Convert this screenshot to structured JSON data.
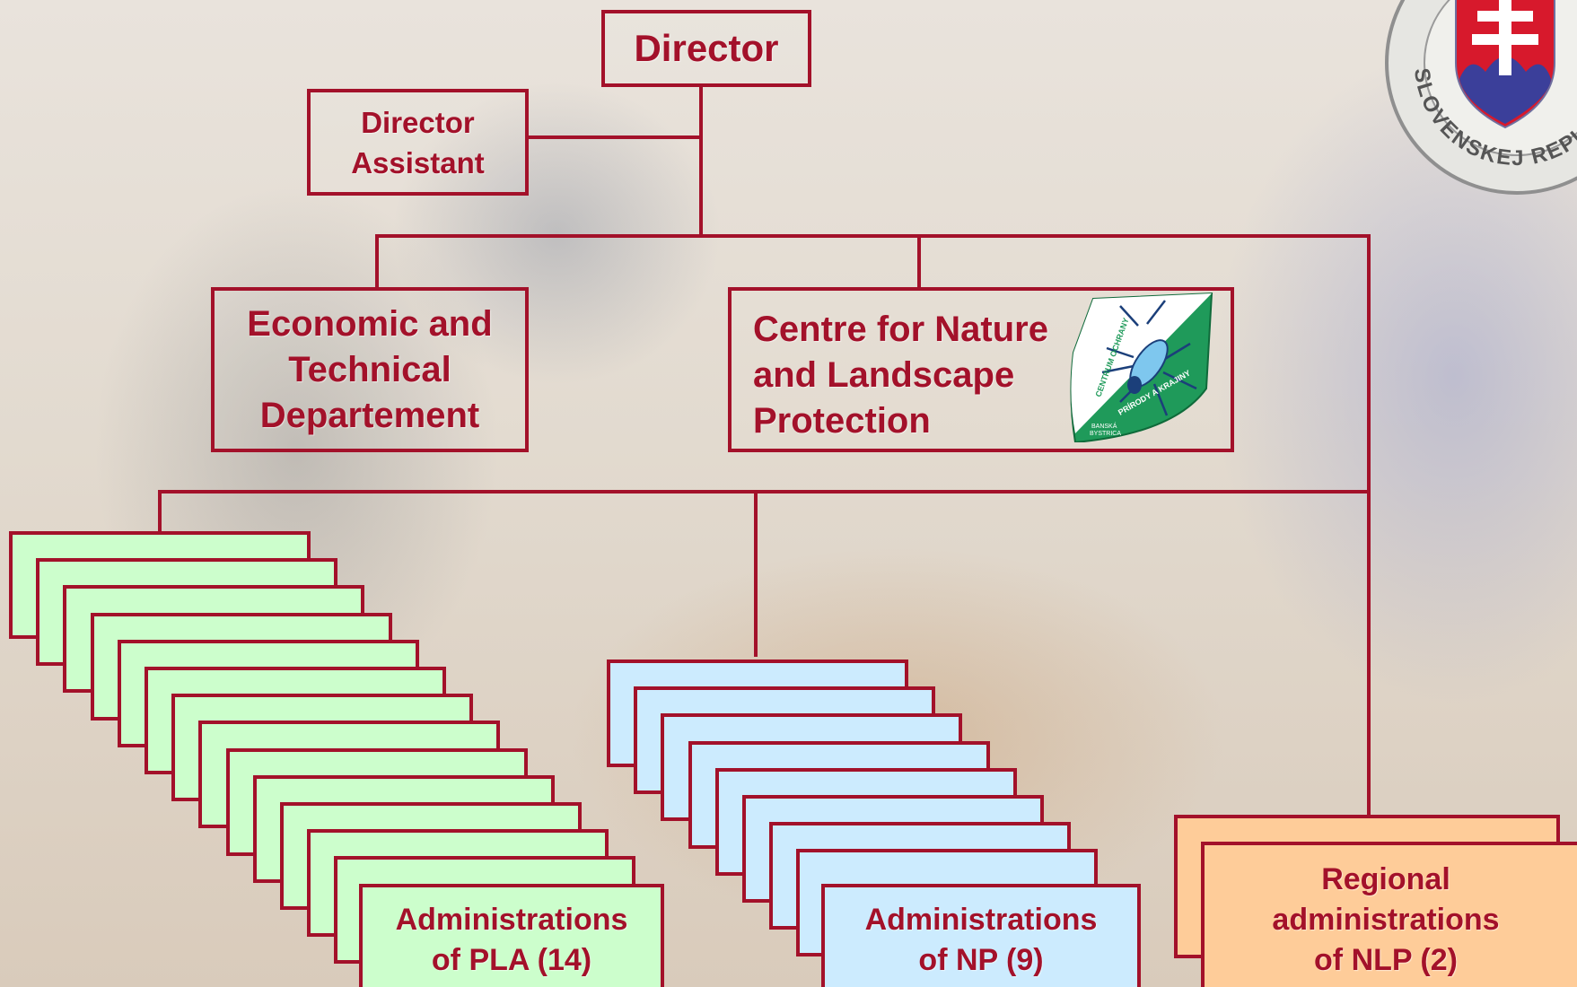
{
  "director": {
    "label": "Director"
  },
  "assistant": {
    "line1": "Director",
    "line2": "Assistant"
  },
  "economic": {
    "line1": "Economic and",
    "line2": "Technical",
    "line3": "Departement"
  },
  "centre": {
    "line1": "Centre for Nature",
    "line2": "and Landscape",
    "line3": "Protection"
  },
  "pla": {
    "line1": "Administrations",
    "line2": "of PLA (14)"
  },
  "np": {
    "line1": "Administrations",
    "line2": "of NP (9)"
  },
  "nlp": {
    "line1": "Regional",
    "line2": "administrations",
    "line3": "of NLP (2)"
  },
  "emblem": {
    "text": "SLOVENSKEJ REPUBLIKY"
  },
  "cnlp_logo": {
    "arc_top": "CENTRUM OCHRANY",
    "arc_bottom": "PRÍRODY A KRAJINY",
    "line1": "BANSKÁ",
    "line2": "BYSTRICA"
  },
  "colors": {
    "accent": "#a3112a",
    "pla_fill": "#ccfecc",
    "np_fill": "#ccebfe",
    "nlp_fill": "#fecc99"
  }
}
